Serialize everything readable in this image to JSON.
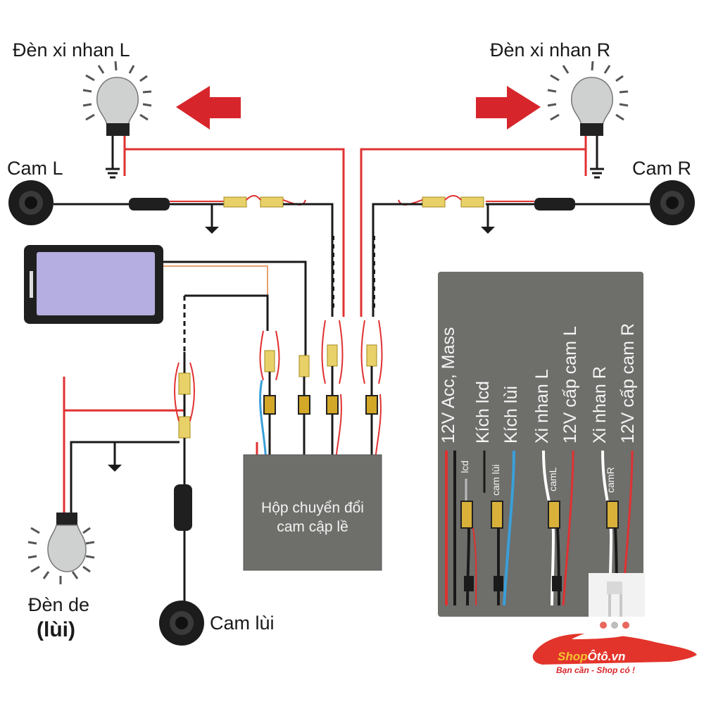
{
  "labels": {
    "turn_left": "Đèn xi nhan L",
    "turn_right": "Đèn xi nhan R",
    "cam_left": "Cam L",
    "cam_right": "Cam R",
    "reverse_light_line1": "Đèn de",
    "reverse_light_line2": "(lùi)",
    "reverse_cam": "Cam lùi",
    "converter_box_line1": "Hộp chuyển đổi",
    "converter_box_line2": "cam cập lề"
  },
  "legend": {
    "columns": [
      {
        "title": "12V Acc, Mass",
        "tag": "lcd"
      },
      {
        "title": "Kích lcd",
        "tag": "cam lùi"
      },
      {
        "title": "Kích lùi",
        "tag": ""
      },
      {
        "title": "Xi nhan L",
        "tag": "camL"
      },
      {
        "title": "12V cấp cam L",
        "tag": ""
      },
      {
        "title": "Xi nhan R",
        "tag": "camR"
      },
      {
        "title": "12V cấp cam R",
        "tag": ""
      }
    ]
  },
  "logo": {
    "name_part1": "Shop",
    "name_part2": "Ôtô",
    "name_part3": ".vn",
    "slogan": "Bạn cần - Shop có !"
  },
  "colors": {
    "wire_red": "#e03131",
    "wire_black": "#1a1a1a",
    "arrow_red": "#d7262b",
    "box_gray": "#6e6e6b",
    "wire_blue": "#3a9fd8",
    "connector_yellow": "#e2b93a"
  }
}
